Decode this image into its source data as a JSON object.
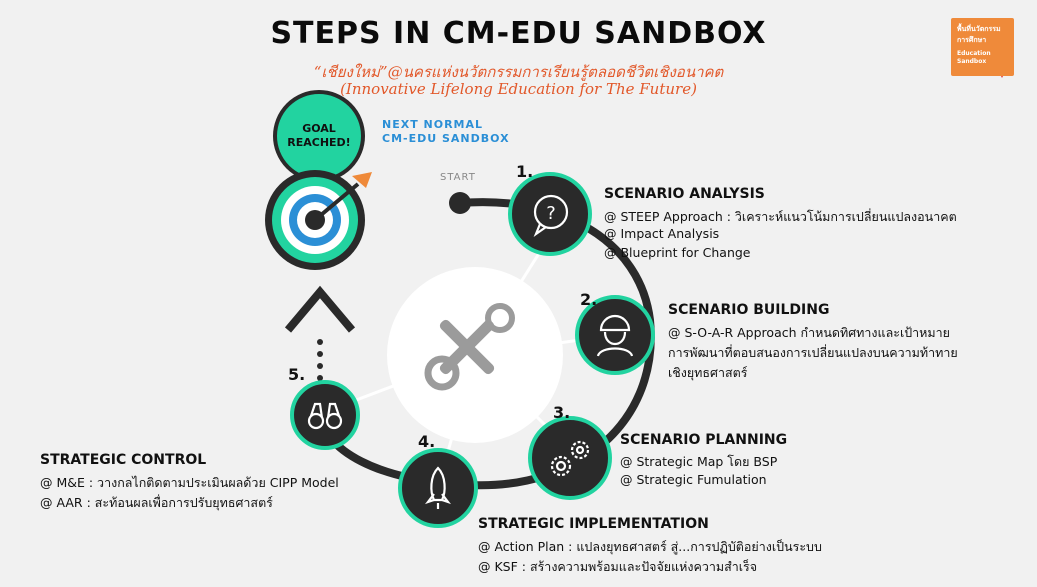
{
  "header": {
    "title": "STEPS IN CM-EDU SANDBOX",
    "subtitle_line1": "“เชียงใหม่”@นครแห่งนวัตกรรมการเรียนรู้ตลอดชีวิตเชิงอนาคต",
    "subtitle_line2": "(Innovative Lifelong Education for The Future)"
  },
  "badge": {
    "line1": "พื้นที่นวัตกรรม",
    "line2": "การศึกษา",
    "line3": "Education",
    "line4": "Sandbox"
  },
  "goal": {
    "label": "GOAL REACHED!"
  },
  "next_normal": {
    "line1": "NEXT NORMAL",
    "line2": "CM-EDU SANDBOX"
  },
  "start_label": "START",
  "steps": [
    {
      "number": "1.",
      "title": "SCENARIO ANALYSIS",
      "icon": "question-bubble-icon",
      "lines": [
        "@ STEEP Approach : วิเคราะห์แนวโน้มการเปลี่ยนแปลงอนาคต",
        "@ Impact Analysis",
        "@ Blueprint for Change"
      ]
    },
    {
      "number": "2.",
      "title": "SCENARIO BUILDING",
      "icon": "worker-helmet-icon",
      "lines": [
        "@ S-O-A-R Approach กำหนดทิศทางและเป้าหมาย",
        "การพัฒนาที่ตอบสนองการเปลี่ยนแปลงบนความท้าทาย",
        "เชิงยุทธศาสตร์"
      ]
    },
    {
      "number": "3.",
      "title": "SCENARIO PLANNING",
      "icon": "gears-icon",
      "lines": [
        "@ Strategic Map โดย BSP",
        "@ Strategic Fumulation"
      ]
    },
    {
      "number": "4.",
      "title": "STRATEGIC IMPLEMENTATION",
      "icon": "rocket-icon",
      "lines": [
        "@ Action Plan : แปลงยุทธศาสตร์ สู่...การปฏิบัติอย่างเป็นระบบ",
        "@ KSF : สร้างความพร้อมและปัจจัยแห่งความสำเร็จ"
      ]
    },
    {
      "number": "5.",
      "title": "STRATEGIC CONTROL",
      "icon": "binoculars-icon",
      "lines": [
        "@ M&E : วางกลไกติดตามประเมินผลด้วย CIPP Model",
        "@ AAR :  สะท้อนผลเพื่อการปรับยุทธศาสตร์"
      ]
    }
  ],
  "colors": {
    "background": "#f1f1f1",
    "title": "#0b0b0b",
    "subtitle": "#e2582a",
    "teal": "#22d3a0",
    "node": "#2a2a2a",
    "track": "#2a2a2a",
    "next_normal": "#2b8fd6",
    "badge": "#ef8a3a"
  }
}
